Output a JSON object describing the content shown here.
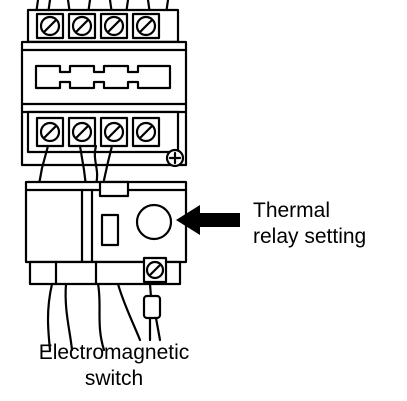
{
  "labels": {
    "thermal_line1": "Thermal",
    "thermal_line2": "relay setting",
    "switch_line1": "Electromagnetic",
    "switch_line2": "switch"
  },
  "colors": {
    "ink": "#000000",
    "paper": "#ffffff"
  },
  "icons": [
    "terminal-screw-icon",
    "ground-terminal-icon",
    "pointer-arrow-icon",
    "setting-dial-icon"
  ]
}
